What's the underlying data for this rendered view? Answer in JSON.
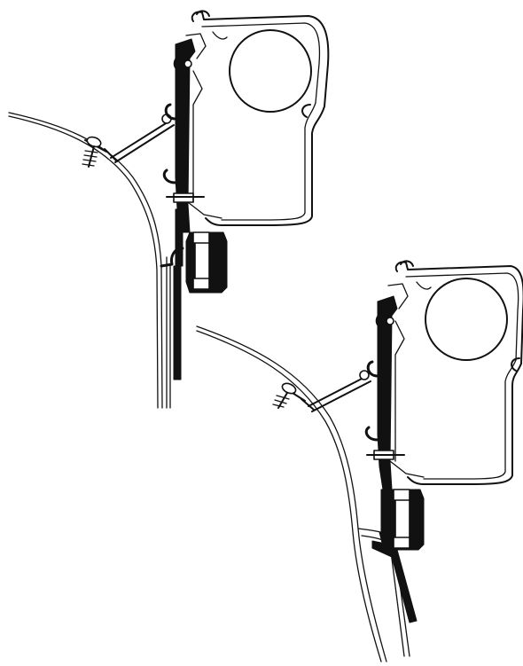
{
  "diagram": {
    "assemblies": [
      {
        "id": "upper-left",
        "parts": [
          "van-body-panel",
          "awning-cassette",
          "roller-tube",
          "mounting-bracket",
          "support-strut",
          "wood-screw",
          "bolt-and-nut",
          "rain-gutter-hook"
        ]
      },
      {
        "id": "lower-right",
        "parts": [
          "van-body-panel",
          "awning-cassette",
          "roller-tube",
          "mounting-bracket",
          "support-strut",
          "wood-screw",
          "bolt-and-nut",
          "rain-gutter-hook"
        ]
      }
    ],
    "colors": {
      "ink": "#111111",
      "background": "#ffffff"
    }
  }
}
